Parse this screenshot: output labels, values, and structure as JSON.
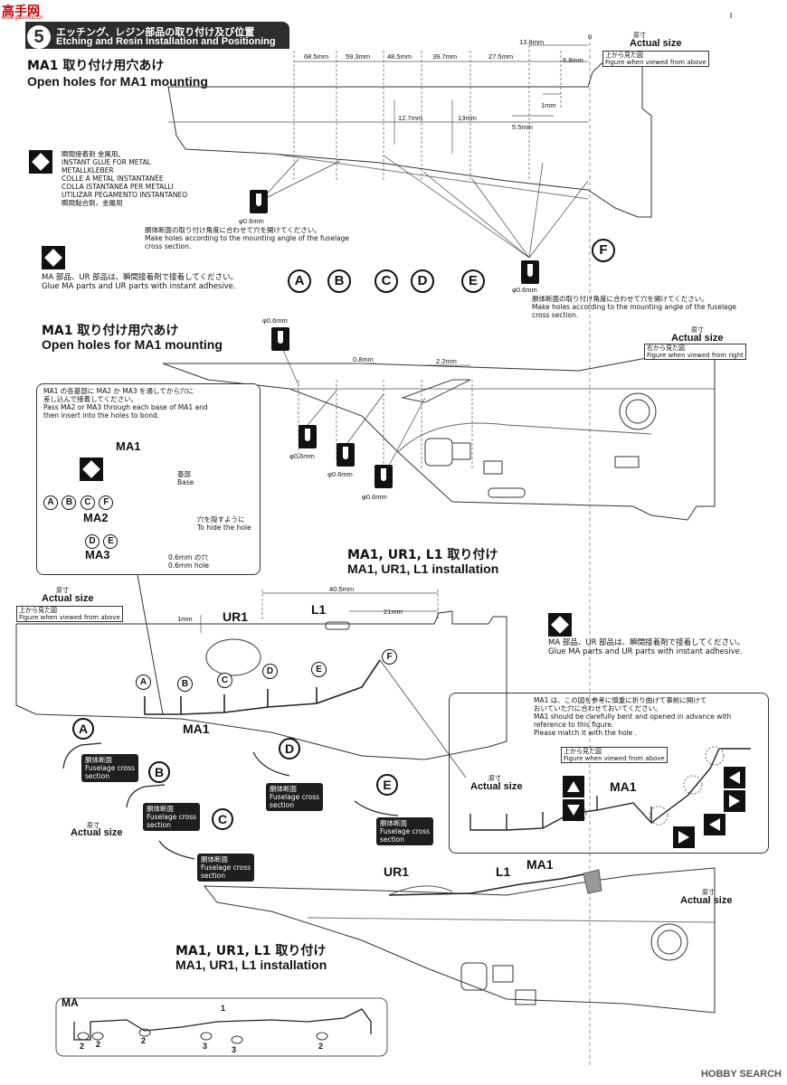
{
  "watermark": {
    "logo": "高手网",
    "site": "www.gaoshou.cn"
  },
  "header": {
    "step_number": "5",
    "title_jp": "エッチング、レジン部品の取り付け及び位置",
    "title_en": "Etching and Resin Installation and Positioning"
  },
  "common": {
    "actual_size_jp": "原寸",
    "actual_size_en": "Actual size",
    "view_above_jp": "上から見た図",
    "view_above_en": "Figure when viewed from above",
    "view_right_jp": "右から見た図",
    "view_right_en": "Figure when viewed from right",
    "hole_size": "φ0.6mm",
    "cross_section_jp": "胴体断面",
    "cross_section_en_1": "Fuselage cross",
    "cross_section_en_2": "section"
  },
  "section1": {
    "heading_jp": "MA1 取り付け用穴あけ",
    "heading_en": "Open holes for MA1 mounting",
    "dims": [
      "68.5mm",
      "59.3mm",
      "48.5mm",
      "39.7mm",
      "27.5mm",
      "13.8mm",
      "6.8mm",
      "0",
      "12.7mm",
      "13mm",
      "1mm",
      "5.5mm"
    ],
    "glue_note": [
      "瞬間接着剤 金属用。",
      "INSTANT GLUE FOR METAL",
      "METALLKLEBER",
      "COLLE À MÉTAL INSTANTANÉE",
      "COLLA ISTANTANEA PER METALLI",
      "UTILIZAR PEGAMENTO INSTANTANEO",
      "瞬間黏合劑，金屬用"
    ],
    "angle_note_jp": "胴体断面の取り付け角度に合わせて穴を開けてください。",
    "angle_note_en_1": "Make holes according to the mounting angle of the fuselage",
    "angle_note_en_2": "cross section.",
    "adhesive_jp": "MA 部品、UR 部品は、瞬間接着剤で接着してください。",
    "adhesive_en": "Glue MA parts and UR parts with instant adhesive.",
    "points": [
      "A",
      "B",
      "C",
      "D",
      "E",
      "F"
    ]
  },
  "section2": {
    "heading_jp": "MA1 取り付け用穴あけ",
    "heading_en": "Open holes for MA1 mounting",
    "dims": [
      "0.8mm",
      "2.2mm"
    ],
    "inset": {
      "text_jp_1": "MA1 の各基部に MA2 か MA3 を通してから穴に",
      "text_jp_2": "差し込んで接着してください。",
      "text_en_1": "Pass MA2 or MA3 through each base of MA1 and",
      "text_en_2": "then insert into the holes to bond.",
      "ma1": "MA1",
      "base_jp": "基部",
      "base_en": "Base",
      "hide_jp": "穴を隠すように",
      "hide_en": "To hide the hole",
      "ma2": "MA2",
      "ma3": "MA3",
      "ma2_points": [
        "A",
        "B",
        "C",
        "F"
      ],
      "ma3_points": [
        "D",
        "E"
      ],
      "hole_jp": "0.6mm の穴",
      "hole_en": "0.6mm hole"
    }
  },
  "section3": {
    "heading_jp": "MA1, UR1, L1 取り付け",
    "heading_en": "MA1, UR1, L1 installation",
    "dims": [
      "40.5mm",
      "21mm",
      "1mm"
    ],
    "labels": {
      "ur1": "UR1",
      "l1": "L1",
      "ma1": "MA1"
    },
    "bend_note": {
      "jp_1": "MA1 は、この図を参考に慎重に折り曲げて事前に開けて",
      "jp_2": "おいていた穴に合わせておいてください。",
      "en_1": "MA1 should be carefully bent and opened in advance with",
      "en_2": "reference to this figure.",
      "en_3": "Please match it with the hole ."
    }
  },
  "section4": {
    "heading_jp": "MA1, UR1, L1 取り付け",
    "heading_en": "MA1, UR1, L1 installation",
    "labels": {
      "ur1": "UR1",
      "l1": "L1",
      "ma1": "MA1"
    }
  },
  "parts": {
    "label": "MA",
    "numbers": [
      "1",
      "2",
      "2",
      "2",
      "3",
      "3",
      "2"
    ]
  },
  "footer": {
    "brand": "HOBBY SEARCH"
  }
}
